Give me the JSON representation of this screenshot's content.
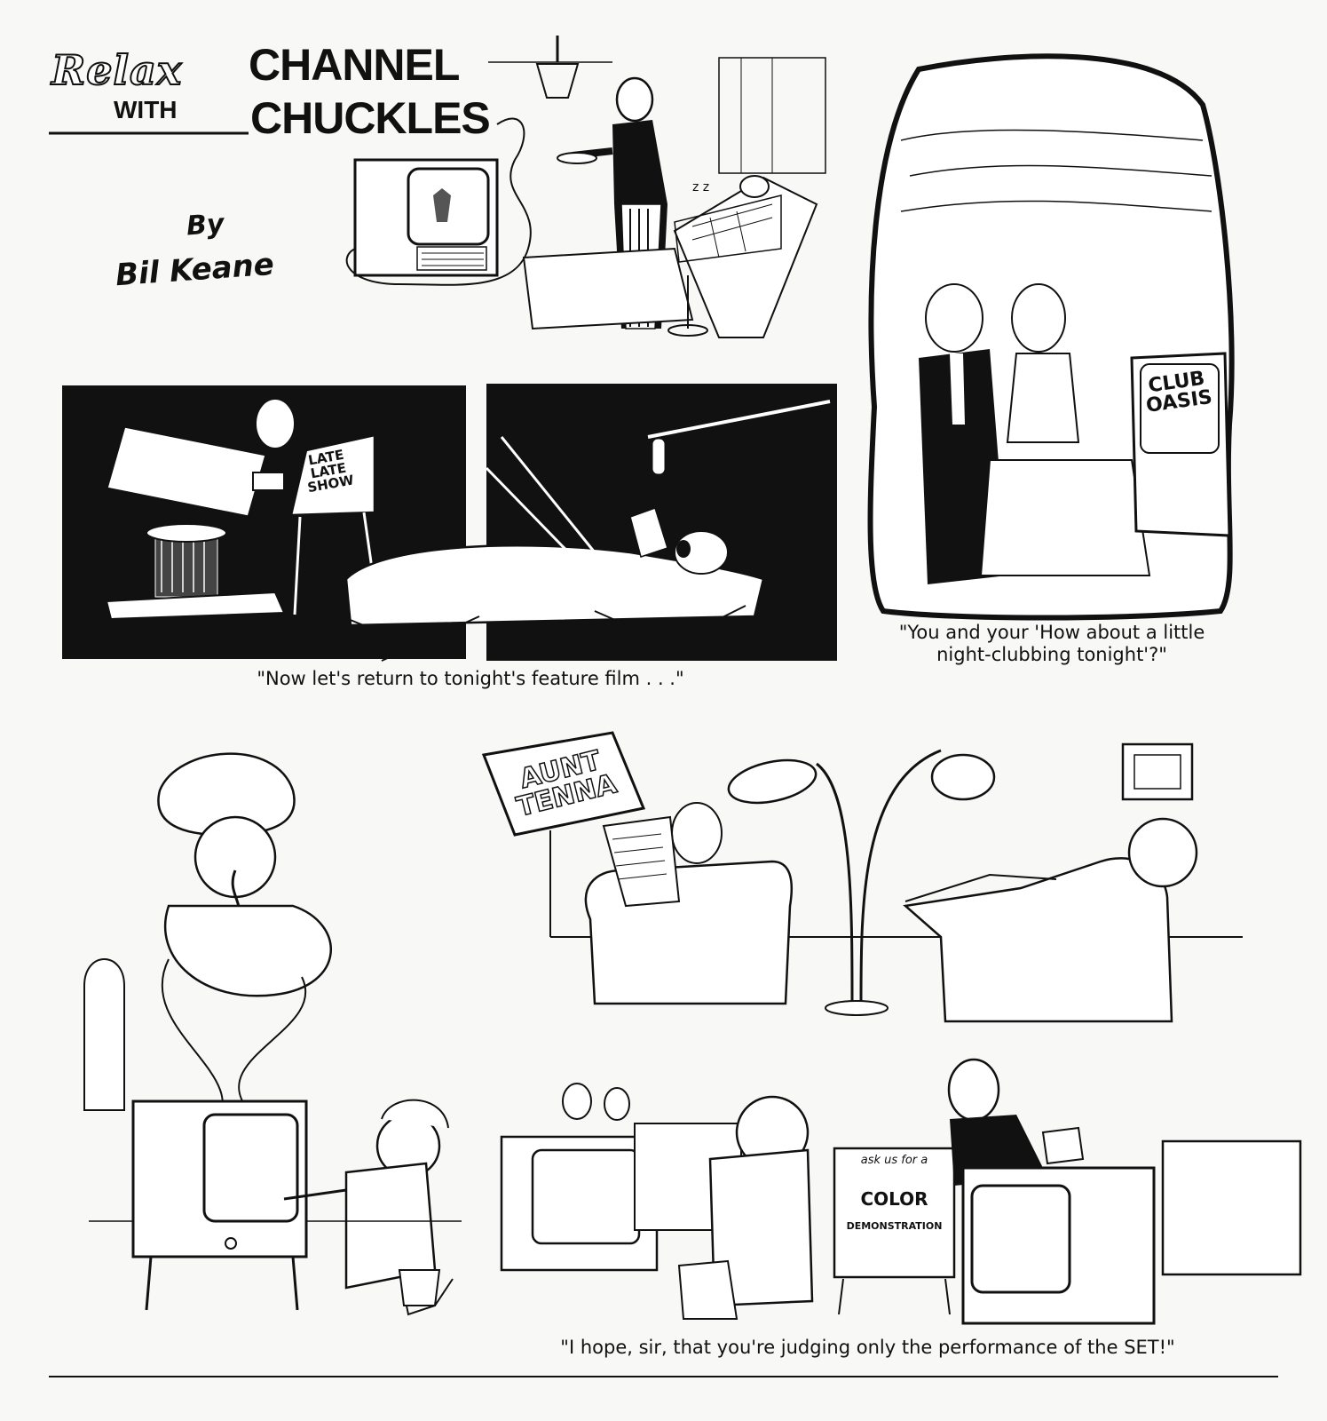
{
  "header": {
    "relax": "Relax",
    "with": "WITH",
    "channel": "CHANNEL",
    "chuckles": "CHUCKLES",
    "by": "By",
    "author": "Bil Keane"
  },
  "panels": {
    "late_show": {
      "sign": "LATE LATE SHOW",
      "caption": "\"Now let's return to tonight's feature film . . .\""
    },
    "night_club": {
      "tv_sign": "CLUB OASIS",
      "caption": "\"You and your 'How about a little night-clubbing tonight'?\""
    },
    "aunt_tenna": {
      "sign": "AUNT TENNA"
    },
    "color_demo": {
      "sign_line1": "ask us for a",
      "sign_line2": "COLOR",
      "sign_line3": "DEMONSTRATION",
      "caption": "\"I hope, sir, that you're judging only the performance of the SET!\""
    }
  }
}
